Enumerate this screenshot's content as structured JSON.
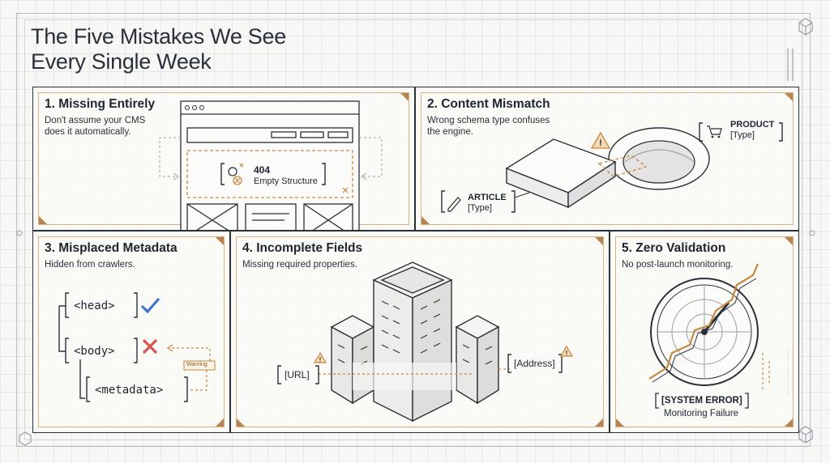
{
  "title": {
    "line1": "The Five Mistakes We See",
    "line2": "Every Single Week"
  },
  "panels": [
    {
      "title": "1. Missing Entirely",
      "subtitle": "Don't assume your CMS\ndoes it automatically.",
      "error_code": "404",
      "error_text": "Empty Structure"
    },
    {
      "title": "2. Content Mismatch",
      "subtitle": "Wrong schema type confuses\nthe engine.",
      "product_label": "PRODUCT",
      "product_type": "[Type]",
      "article_label": "ARTICLE",
      "article_type": "[Type]"
    },
    {
      "title": "3. Misplaced Metadata",
      "subtitle": "Hidden from crawlers.",
      "head_tag": "<head>",
      "body_tag": "<body>",
      "metadata_tag": "<metadata>",
      "warning": "Warning"
    },
    {
      "title": "4. Incomplete Fields",
      "subtitle": "Missing required properties.",
      "url_label": "[URL]",
      "address_label": "[Address]"
    },
    {
      "title": "5. Zero Validation",
      "subtitle": "No post-launch monitoring.",
      "error_label": "[SYSTEM ERROR]",
      "error_sub": "Monitoring Failure"
    }
  ],
  "colors": {
    "accent": "#c8873f",
    "ink": "#2b2f38",
    "check": "#3b6fd6",
    "cross": "#d9534f"
  }
}
